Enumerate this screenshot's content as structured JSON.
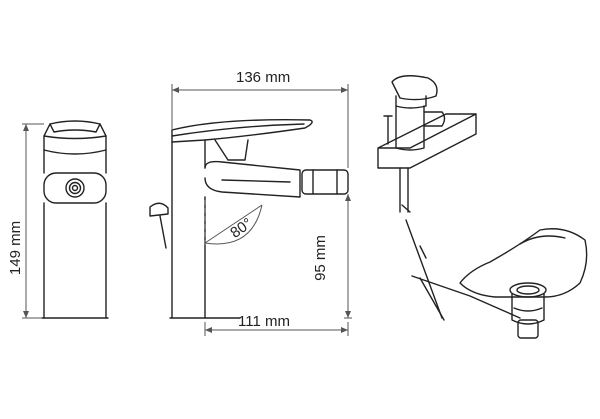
{
  "dimensions": {
    "total_width": "136 mm",
    "total_height": "149 mm",
    "spout_height": "95 mm",
    "spout_reach": "111 mm",
    "swivel_angle": "80°"
  },
  "colors": {
    "line": "#222222",
    "dim_line": "#555555",
    "background": "#ffffff"
  }
}
